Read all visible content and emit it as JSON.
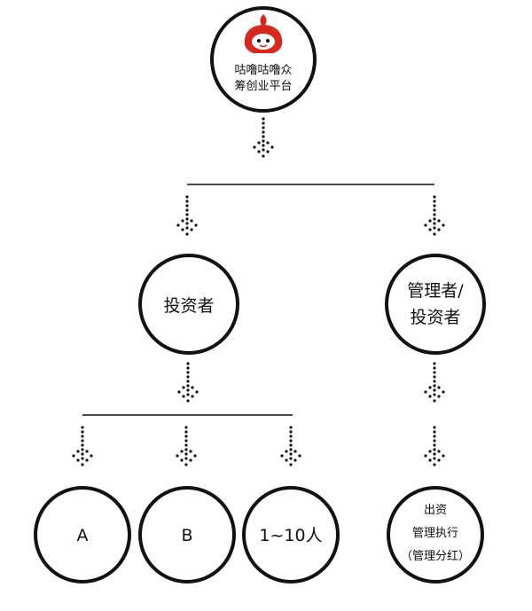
{
  "root": {
    "line1": "咕噜咕噜众",
    "line2": "筹创业平台",
    "logo": "red-mascot-logo"
  },
  "nodes": {
    "investor": "投资者",
    "manager_line1": "管理者/",
    "manager_line2": "投资者",
    "a": "A",
    "b": "B",
    "c": "1~10人",
    "funding_line1": "出资",
    "funding_line2": "管理执行",
    "funding_line3": "（管理分红）"
  },
  "colors": {
    "stroke": "#111111",
    "logo_red": "#d7281e",
    "background": "#ffffff"
  }
}
